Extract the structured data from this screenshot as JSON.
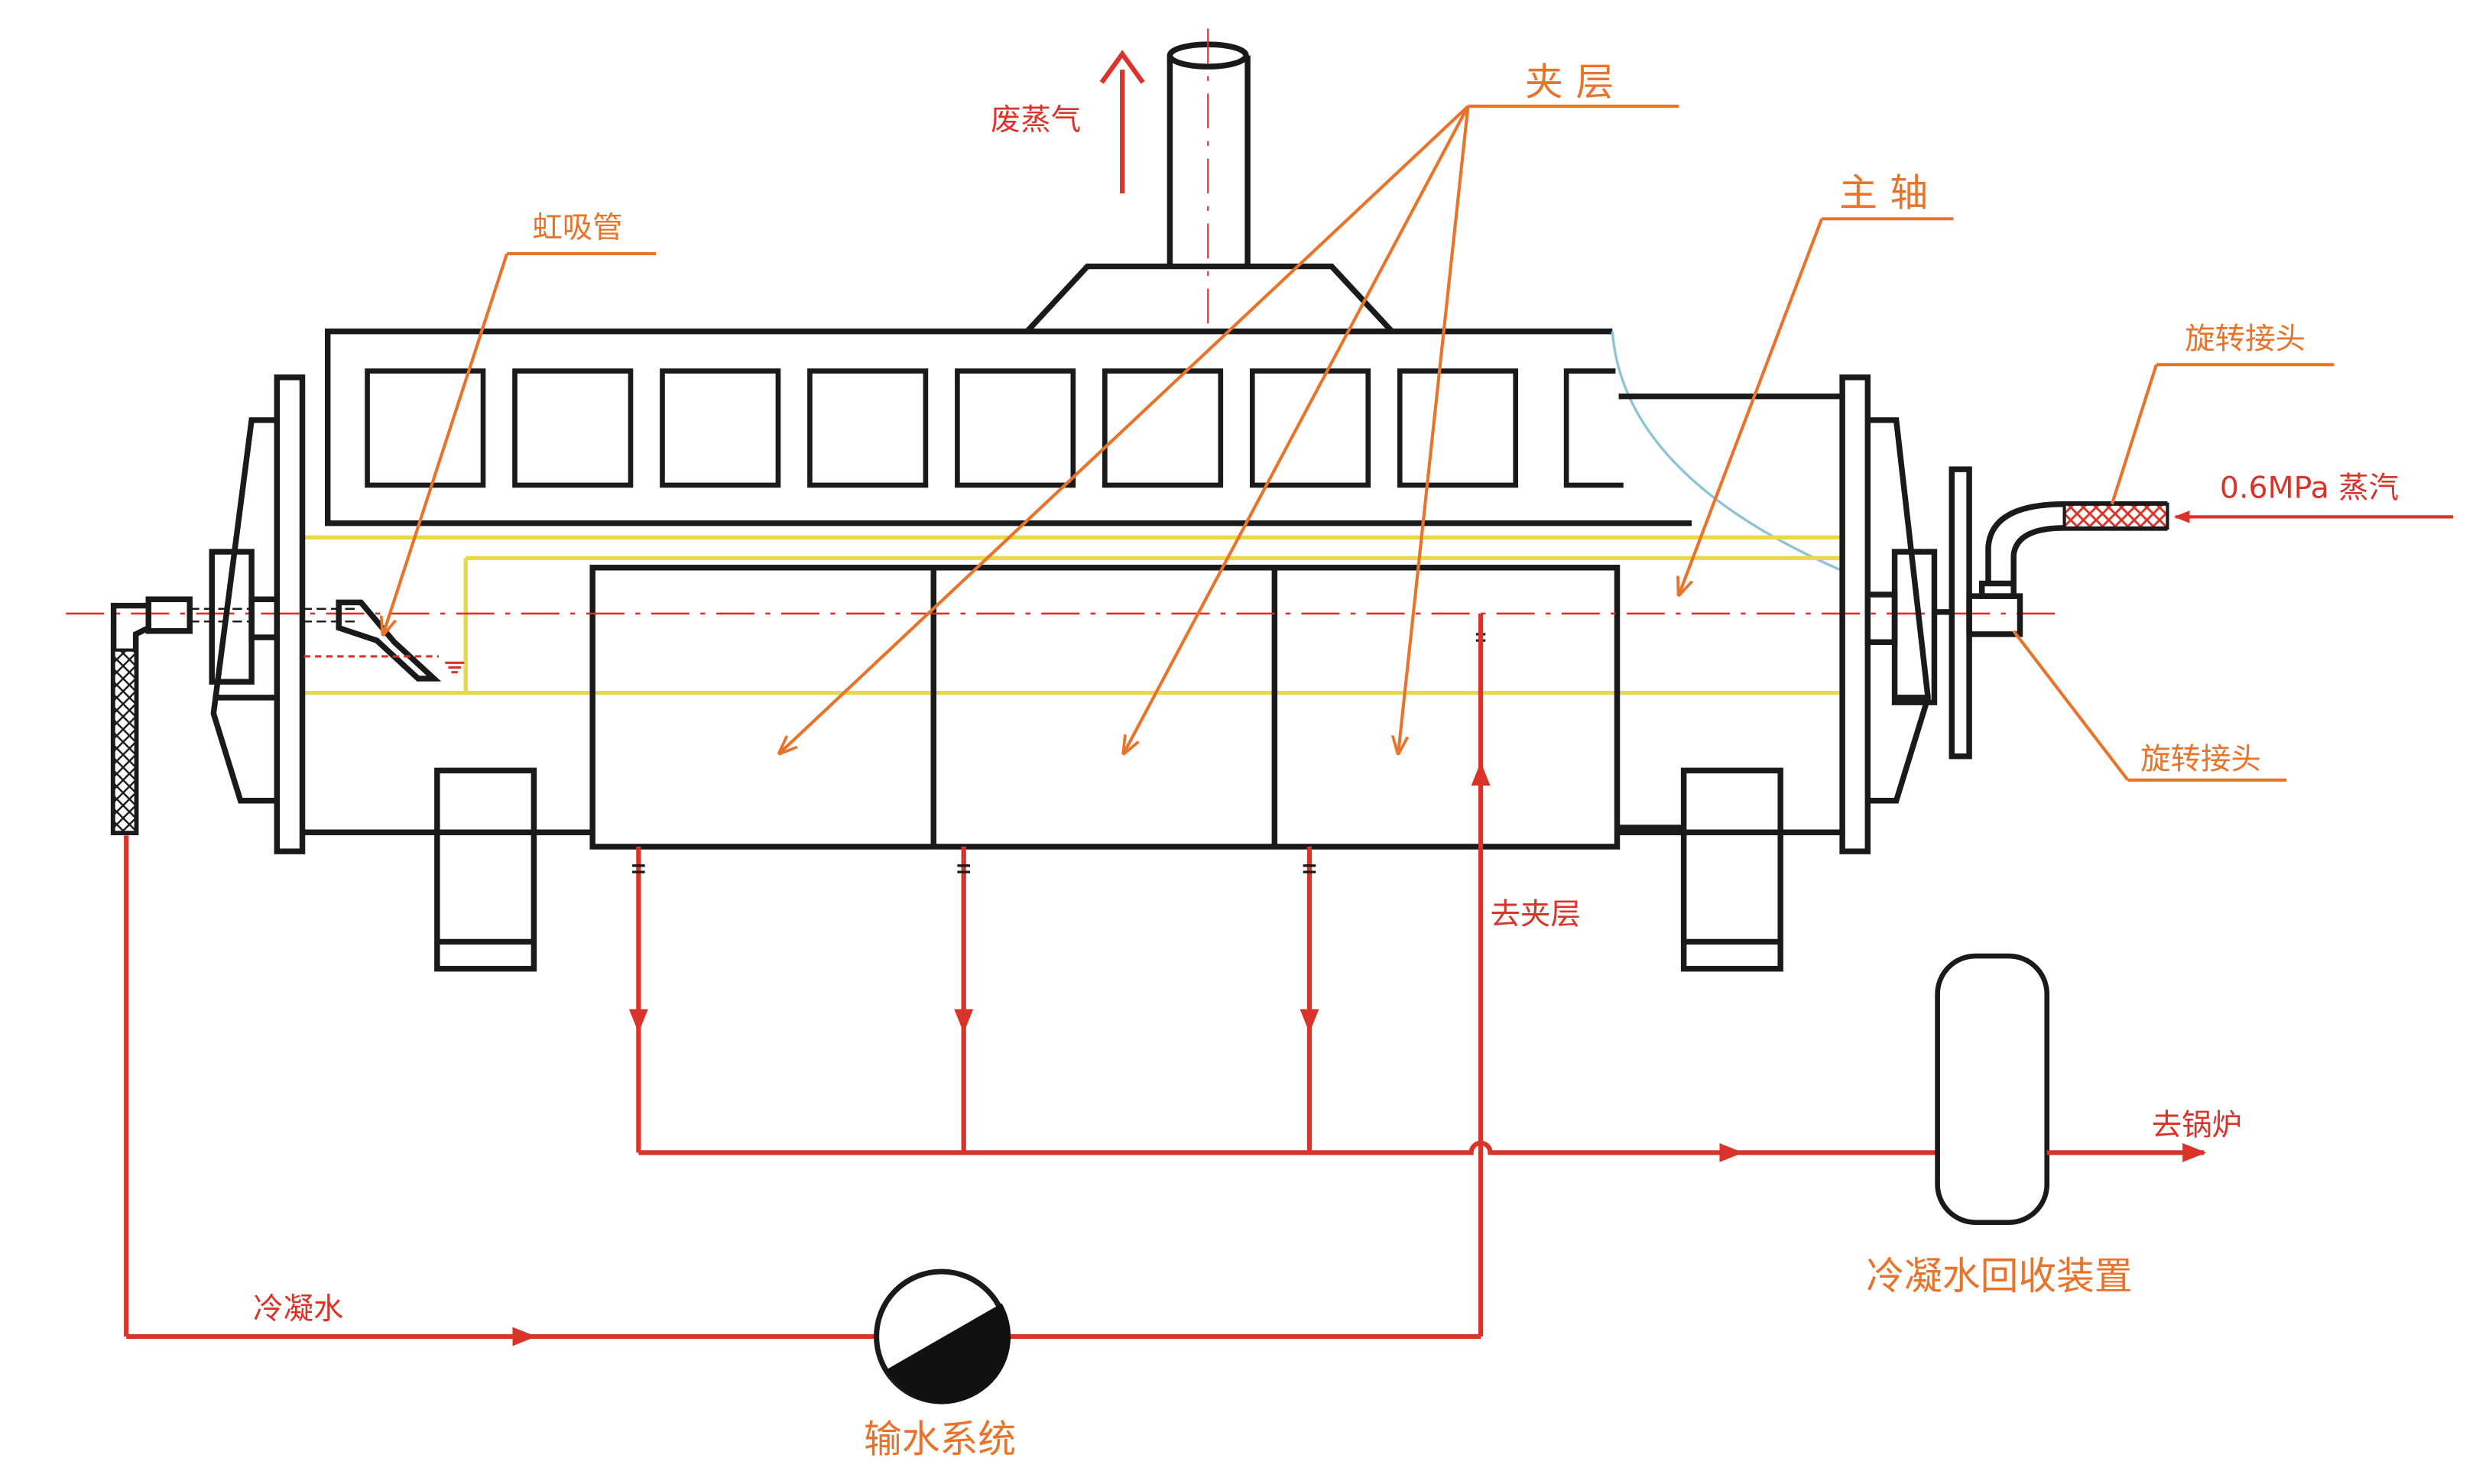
{
  "labels": {
    "waste_steam": "废蒸气",
    "jacket_top": "夹层",
    "main_shaft": "主轴",
    "siphon": "虹吸管",
    "rotary_joint_top": "旋转接头",
    "steam_inlet": "0.6MPa 蒸汽",
    "rotary_joint_bottom": "旋转接头",
    "to_jacket": "去夹层",
    "to_boiler": "去锅炉",
    "condensate_recovery": "冷凝水回收装置",
    "condensate": "冷凝水",
    "water_system": "输水系统"
  },
  "colors": {
    "line": "#1a1a1a",
    "label": "#e8732a",
    "flow": "#d9332a",
    "inner_line": "#e9d94a",
    "seam": "#8cc4d6"
  }
}
